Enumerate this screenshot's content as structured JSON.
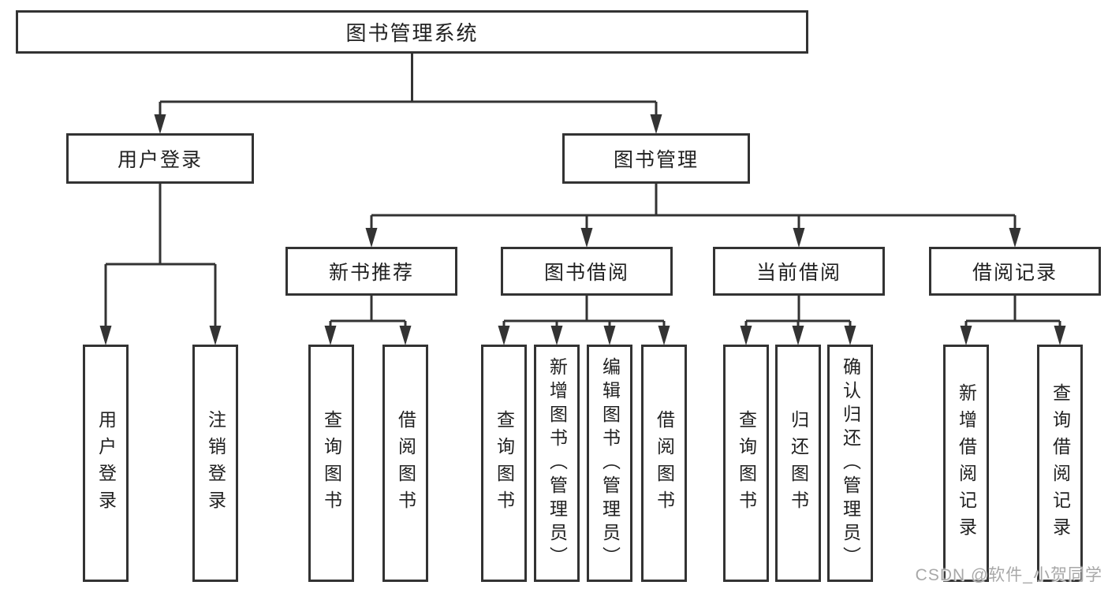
{
  "tree": {
    "root": {
      "label": "图书管理系统"
    },
    "l1": [
      {
        "label": "用户登录"
      },
      {
        "label": "图书管理"
      }
    ],
    "l2": [
      {
        "label": "新书推荐"
      },
      {
        "label": "图书借阅"
      },
      {
        "label": "当前借阅"
      },
      {
        "label": "借阅记录"
      }
    ],
    "leaves": {
      "user": [
        {
          "label": "用户登录"
        },
        {
          "label": "注销登录"
        }
      ],
      "newbooks": [
        {
          "label": "查询图书"
        },
        {
          "label": "借阅图书"
        }
      ],
      "borrow": [
        {
          "label": "查询图书"
        },
        {
          "label": "新增图书（管理员）"
        },
        {
          "label": "编辑图书（管理员）"
        },
        {
          "label": "借阅图书"
        }
      ],
      "current": [
        {
          "label": "查询图书"
        },
        {
          "label": "归还图书"
        },
        {
          "label": "确认归还（管理员）"
        }
      ],
      "records": [
        {
          "label": "新增借阅记录"
        },
        {
          "label": "查询借阅记录"
        }
      ]
    }
  },
  "watermark": {
    "text": "CSDN @软件_小贺同学"
  },
  "colors": {
    "line": "#333333",
    "text": "#212121",
    "box_bg": "#ffffff",
    "watermark": "#a8a8a8",
    "background": "#ffffff"
  }
}
